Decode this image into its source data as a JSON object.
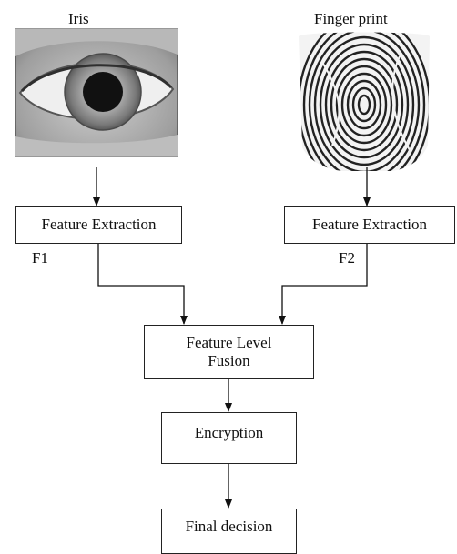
{
  "inputs": {
    "iris_label": "Iris",
    "fingerprint_label": "Finger print"
  },
  "blocks": {
    "feature_extraction_left": "Feature Extraction",
    "feature_extraction_right": "Feature Extraction",
    "feature_level_fusion_line1": "Feature Level",
    "feature_level_fusion_line2": "Fusion",
    "encryption": "Encryption",
    "final_decision": "Final decision"
  },
  "signals": {
    "left": "F1",
    "right": "F2"
  }
}
